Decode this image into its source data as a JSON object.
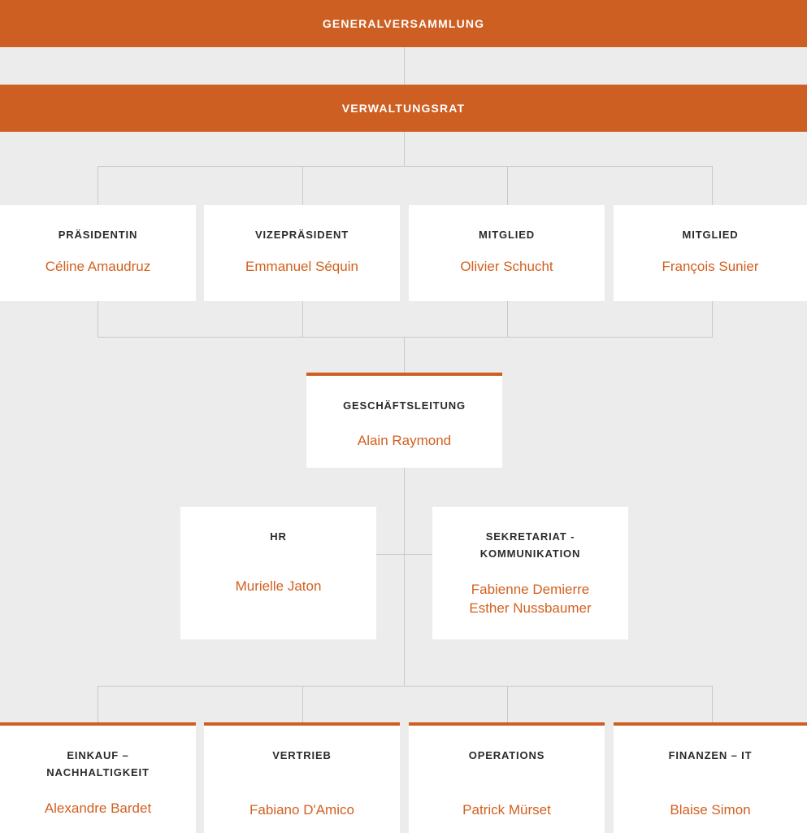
{
  "theme": {
    "accent": "#cd5f22",
    "name_color": "#d2601f",
    "title_color": "#2b2b2b",
    "background": "#ececec",
    "card_background": "#ffffff",
    "line_color": "#c9c9c9"
  },
  "banners": {
    "general_assembly": "GENERALVERSAMMLUNG",
    "board": "VERWALTUNGSRAT"
  },
  "board_members": [
    {
      "title": "PRÄSIDENTIN",
      "name": "Céline Amaudruz"
    },
    {
      "title": "VIZEPRÄSIDENT",
      "name": "Emmanuel Séquin"
    },
    {
      "title": "MITGLIED",
      "name": "Olivier Schucht"
    },
    {
      "title": "MITGLIED",
      "name": "François Sunier"
    }
  ],
  "management": {
    "title": "GESCHÄFTSLEITUNG",
    "name": "Alain Raymond"
  },
  "staff_units": [
    {
      "title": "HR",
      "name": "Murielle Jaton"
    },
    {
      "title": "SEKRETARIAT -\nKOMMUNIKATION",
      "name": "Fabienne Demierre\nEsther Nussbaumer"
    }
  ],
  "departments": [
    {
      "title": "EINKAUF –\nNACHHALTIGKEIT",
      "name": "Alexandre Bardet"
    },
    {
      "title": "VERTRIEB",
      "name": "Fabiano D'Amico"
    },
    {
      "title": "OPERATIONS",
      "name": "Patrick Mürset"
    },
    {
      "title": "FINANZEN – IT",
      "name": "Blaise Simon"
    }
  ]
}
